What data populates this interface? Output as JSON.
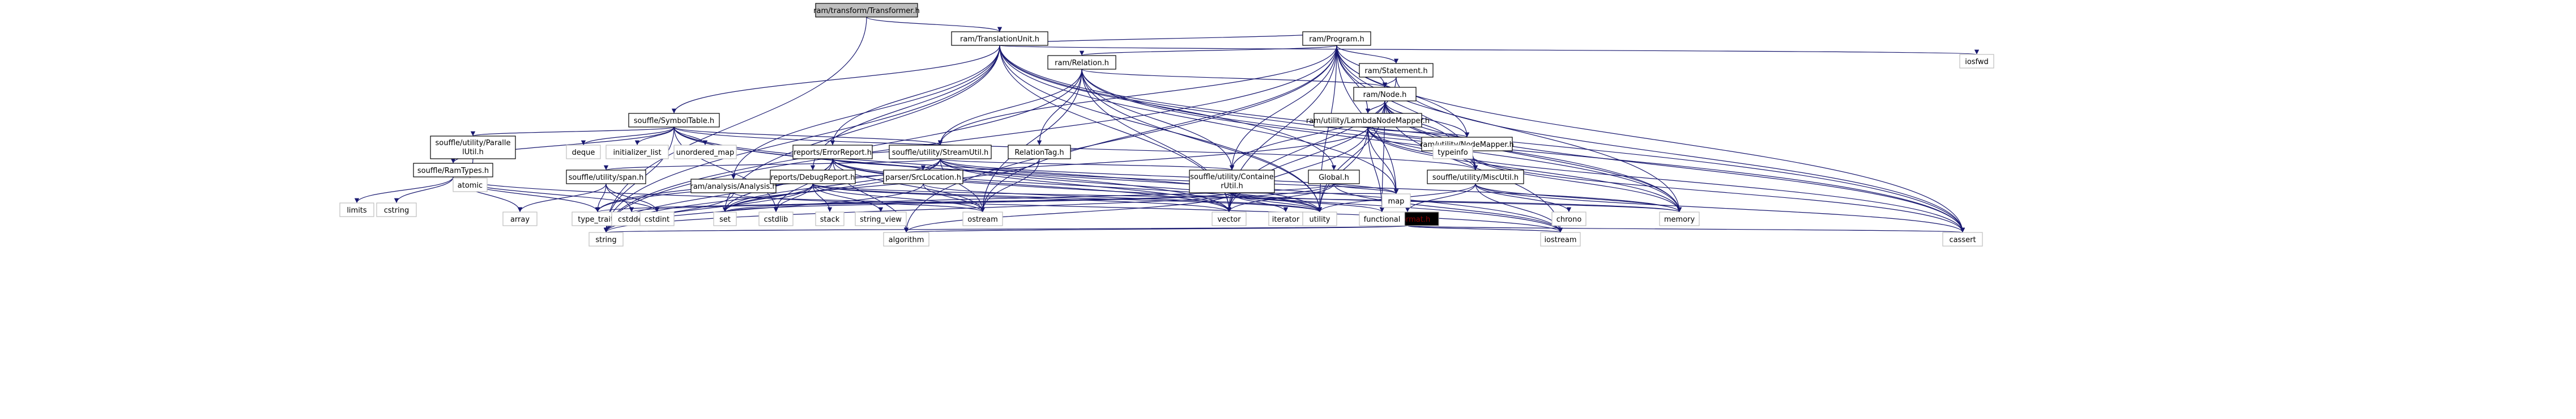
{
  "diagram": {
    "title": "",
    "nodes": [
      {
        "id": "root",
        "label": "ram/transform/Transformer.h",
        "kind": "root"
      },
      {
        "id": "tu",
        "label": "ram/TranslationUnit.h",
        "kind": "internal"
      },
      {
        "id": "program",
        "label": "ram/Program.h",
        "kind": "internal"
      },
      {
        "id": "relation",
        "label": "ram/Relation.h",
        "kind": "internal"
      },
      {
        "id": "statement",
        "label": "ram/Statement.h",
        "kind": "internal"
      },
      {
        "id": "node",
        "label": "ram/Node.h",
        "kind": "internal"
      },
      {
        "id": "lambda",
        "label": "ram/utility/LambdaNodeMapper.h",
        "kind": "internal"
      },
      {
        "id": "nodemapper",
        "label": "ram/utility/NodeMapper.h",
        "kind": "internal"
      },
      {
        "id": "symtab",
        "label": "souffle/SymbolTable.h",
        "kind": "internal"
      },
      {
        "id": "errrep",
        "label": "reports/ErrorReport.h",
        "kind": "internal"
      },
      {
        "id": "streamutil",
        "label": "souffle/utility/StreamUtil.h",
        "kind": "internal"
      },
      {
        "id": "reltag",
        "label": "RelationTag.h",
        "kind": "internal"
      },
      {
        "id": "container",
        "label": "souffle/utility/ContainerUtil.h",
        "kind": "internal"
      },
      {
        "id": "global",
        "label": "Global.h",
        "kind": "internal"
      },
      {
        "id": "miscutil",
        "label": "souffle/utility/MiscUtil.h",
        "kind": "internal"
      },
      {
        "id": "tinyformat",
        "label": "tinyformat.h",
        "kind": "warn"
      },
      {
        "id": "ramtypes",
        "label": "souffle/RamTypes.h",
        "kind": "internal"
      },
      {
        "id": "parallel",
        "label": "souffle/utility/ParallelUtil.h",
        "kind": "internal"
      },
      {
        "id": "span",
        "label": "souffle/utility/span.h",
        "kind": "internal"
      },
      {
        "id": "analysis",
        "label": "ram/analysis/Analysis.h",
        "kind": "internal"
      },
      {
        "id": "debugrep",
        "label": "reports/DebugReport.h",
        "kind": "internal"
      },
      {
        "id": "srcloc",
        "label": "parser/SrcLocation.h",
        "kind": "internal"
      },
      {
        "id": "iosfwd",
        "label": "iosfwd",
        "kind": "external"
      },
      {
        "id": "deque",
        "label": "deque",
        "kind": "external"
      },
      {
        "id": "initlist",
        "label": "initializer_list",
        "kind": "external"
      },
      {
        "id": "umap",
        "label": "unordered_map",
        "kind": "external"
      },
      {
        "id": "atomic",
        "label": "atomic",
        "kind": "external"
      },
      {
        "id": "limits",
        "label": "limits",
        "kind": "external"
      },
      {
        "id": "cstring",
        "label": "cstring",
        "kind": "external"
      },
      {
        "id": "array",
        "label": "array",
        "kind": "external"
      },
      {
        "id": "typetraits",
        "label": "type_traits",
        "kind": "external"
      },
      {
        "id": "cstddef",
        "label": "cstddef",
        "kind": "external"
      },
      {
        "id": "cstdint",
        "label": "cstdint",
        "kind": "external"
      },
      {
        "id": "set",
        "label": "set",
        "kind": "external"
      },
      {
        "id": "cstdlib",
        "label": "cstdlib",
        "kind": "external"
      },
      {
        "id": "ostream",
        "label": "ostream",
        "kind": "external"
      },
      {
        "id": "stack",
        "label": "stack",
        "kind": "external"
      },
      {
        "id": "stringview",
        "label": "string_view",
        "kind": "external"
      },
      {
        "id": "vector",
        "label": "vector",
        "kind": "external"
      },
      {
        "id": "utility",
        "label": "utility",
        "kind": "external"
      },
      {
        "id": "iterator",
        "label": "iterator",
        "kind": "external"
      },
      {
        "id": "map",
        "label": "map",
        "kind": "external"
      },
      {
        "id": "functional",
        "label": "functional",
        "kind": "external"
      },
      {
        "id": "typeinfo",
        "label": "typeinfo",
        "kind": "external"
      },
      {
        "id": "chrono",
        "label": "chrono",
        "kind": "external"
      },
      {
        "id": "memory",
        "label": "memory",
        "kind": "external"
      },
      {
        "id": "cassert",
        "label": "cassert",
        "kind": "external"
      },
      {
        "id": "string",
        "label": "string",
        "kind": "external"
      },
      {
        "id": "algorithm",
        "label": "algorithm",
        "kind": "external"
      },
      {
        "id": "iostream",
        "label": "iostream",
        "kind": "external"
      }
    ],
    "edges": [
      [
        "root",
        "tu"
      ],
      [
        "root",
        "string"
      ],
      [
        "tu",
        "program"
      ],
      [
        "tu",
        "symtab"
      ],
      [
        "tu",
        "errrep"
      ],
      [
        "tu",
        "analysis"
      ],
      [
        "tu",
        "debugrep"
      ],
      [
        "tu",
        "global"
      ],
      [
        "tu",
        "iosfwd"
      ],
      [
        "tu",
        "memory"
      ],
      [
        "tu",
        "cassert"
      ],
      [
        "tu",
        "map"
      ],
      [
        "tu",
        "utility"
      ],
      [
        "tu",
        "set"
      ],
      [
        "tu",
        "string"
      ],
      [
        "tu",
        "vector"
      ],
      [
        "program",
        "relation"
      ],
      [
        "program",
        "statement"
      ],
      [
        "program",
        "node"
      ],
      [
        "program",
        "lambda"
      ],
      [
        "program",
        "nodemapper"
      ],
      [
        "program",
        "container"
      ],
      [
        "program",
        "miscutil"
      ],
      [
        "program",
        "streamutil"
      ],
      [
        "program",
        "vector"
      ],
      [
        "program",
        "map"
      ],
      [
        "program",
        "memory"
      ],
      [
        "program",
        "cassert"
      ],
      [
        "program",
        "utility"
      ],
      [
        "program",
        "ostream"
      ],
      [
        "program",
        "string"
      ],
      [
        "program",
        "algorithm"
      ],
      [
        "relation",
        "node"
      ],
      [
        "relation",
        "reltag"
      ],
      [
        "relation",
        "container"
      ],
      [
        "relation",
        "streamutil"
      ],
      [
        "relation",
        "cassert"
      ],
      [
        "relation",
        "memory"
      ],
      [
        "relation",
        "ostream"
      ],
      [
        "relation",
        "string"
      ],
      [
        "relation",
        "utility"
      ],
      [
        "relation",
        "vector"
      ],
      [
        "statement",
        "node"
      ],
      [
        "statement",
        "cassert"
      ],
      [
        "statement",
        "vector"
      ],
      [
        "node",
        "lambda"
      ],
      [
        "node",
        "nodemapper"
      ],
      [
        "node",
        "container"
      ],
      [
        "node",
        "miscutil"
      ],
      [
        "node",
        "typeinfo"
      ],
      [
        "node",
        "memory"
      ],
      [
        "node",
        "cassert"
      ],
      [
        "node",
        "functional"
      ],
      [
        "node",
        "iostream"
      ],
      [
        "node",
        "utility"
      ],
      [
        "node",
        "vector"
      ],
      [
        "lambda",
        "nodemapper"
      ],
      [
        "lambda",
        "miscutil"
      ],
      [
        "lambda",
        "typeinfo"
      ],
      [
        "lambda",
        "functional"
      ],
      [
        "lambda",
        "memory"
      ],
      [
        "lambda",
        "type_traits"
      ],
      [
        "lambda",
        "utility"
      ],
      [
        "lambda",
        "vector"
      ],
      [
        "lambda",
        "cassert"
      ],
      [
        "lambda",
        "map"
      ],
      [
        "nodemapper",
        "miscutil"
      ],
      [
        "nodemapper",
        "memory"
      ],
      [
        "nodemapper",
        "cassert"
      ],
      [
        "symtab",
        "parallel"
      ],
      [
        "symtab",
        "streamutil"
      ],
      [
        "symtab",
        "miscutil"
      ],
      [
        "symtab",
        "ramtypes"
      ],
      [
        "symtab",
        "deque"
      ],
      [
        "symtab",
        "initlist"
      ],
      [
        "symtab",
        "umap"
      ],
      [
        "symtab",
        "iostream"
      ],
      [
        "symtab",
        "string"
      ],
      [
        "symtab",
        "utility"
      ],
      [
        "symtab",
        "vector"
      ],
      [
        "symtab",
        "cstdlib"
      ],
      [
        "parallel",
        "atomic"
      ],
      [
        "ramtypes",
        "limits"
      ],
      [
        "ramtypes",
        "cstring"
      ],
      [
        "ramtypes",
        "array"
      ],
      [
        "ramtypes",
        "type_traits"
      ],
      [
        "ramtypes",
        "cstdint"
      ],
      [
        "ramtypes",
        "iostream"
      ],
      [
        "errrep",
        "srcloc"
      ],
      [
        "errrep",
        "streamutil"
      ],
      [
        "errrep",
        "algorithm"
      ],
      [
        "errrep",
        "cstdlib"
      ],
      [
        "errrep",
        "iostream"
      ],
      [
        "errrep",
        "ostream"
      ],
      [
        "errrep",
        "set"
      ],
      [
        "errrep",
        "string"
      ],
      [
        "errrep",
        "utility"
      ],
      [
        "errrep",
        "vector"
      ],
      [
        "streamutil",
        "span"
      ],
      [
        "streamutil",
        "container"
      ],
      [
        "streamutil",
        "map"
      ],
      [
        "streamutil",
        "memory"
      ],
      [
        "streamutil",
        "ostream"
      ],
      [
        "streamutil",
        "set"
      ],
      [
        "streamutil",
        "string"
      ],
      [
        "streamutil",
        "utility"
      ],
      [
        "streamutil",
        "vector"
      ],
      [
        "streamutil",
        "type_traits"
      ],
      [
        "span",
        "array"
      ],
      [
        "span",
        "cstddef"
      ],
      [
        "span",
        "cstdint"
      ],
      [
        "span",
        "type_traits"
      ],
      [
        "analysis",
        "ostream"
      ],
      [
        "analysis",
        "string"
      ],
      [
        "debugrep",
        "stack"
      ],
      [
        "debugrep",
        "stringview"
      ],
      [
        "debugrep",
        "ostream"
      ],
      [
        "debugrep",
        "string"
      ],
      [
        "debugrep",
        "utility"
      ],
      [
        "debugrep",
        "vector"
      ],
      [
        "debugrep",
        "set"
      ],
      [
        "debugrep",
        "cstdlib"
      ],
      [
        "debugrep",
        "memory"
      ],
      [
        "srcloc",
        "ostream"
      ],
      [
        "srcloc",
        "string"
      ],
      [
        "srcloc",
        "utility"
      ],
      [
        "reltag",
        "ostream"
      ],
      [
        "reltag",
        "set"
      ],
      [
        "container",
        "iterator"
      ],
      [
        "container",
        "map"
      ],
      [
        "container",
        "memory"
      ],
      [
        "container",
        "set"
      ],
      [
        "container",
        "utility"
      ],
      [
        "container",
        "vector"
      ],
      [
        "container",
        "functional"
      ],
      [
        "container",
        "type_traits"
      ],
      [
        "container",
        "algorithm"
      ],
      [
        "container",
        "cstddef"
      ],
      [
        "global",
        "map"
      ],
      [
        "global",
        "iostream"
      ],
      [
        "global",
        "string"
      ],
      [
        "global",
        "set"
      ],
      [
        "global",
        "vector"
      ],
      [
        "miscutil",
        "tinyformat"
      ],
      [
        "miscutil",
        "chrono"
      ],
      [
        "miscutil",
        "memory"
      ],
      [
        "miscutil",
        "utility"
      ],
      [
        "miscutil",
        "iostream"
      ],
      [
        "miscutil",
        "cassert"
      ],
      [
        "tinyformat",
        "string"
      ],
      [
        "tinyformat",
        "algorithm"
      ],
      [
        "tinyformat",
        "iostream"
      ],
      [
        "tinyformat",
        "cassert"
      ]
    ],
    "colors": {
      "edge": "#191970",
      "root_fill": "#bfbfbf",
      "box_border": "#000000",
      "external_border": "#bfbfbf",
      "warn_text": "#8b0000"
    }
  }
}
